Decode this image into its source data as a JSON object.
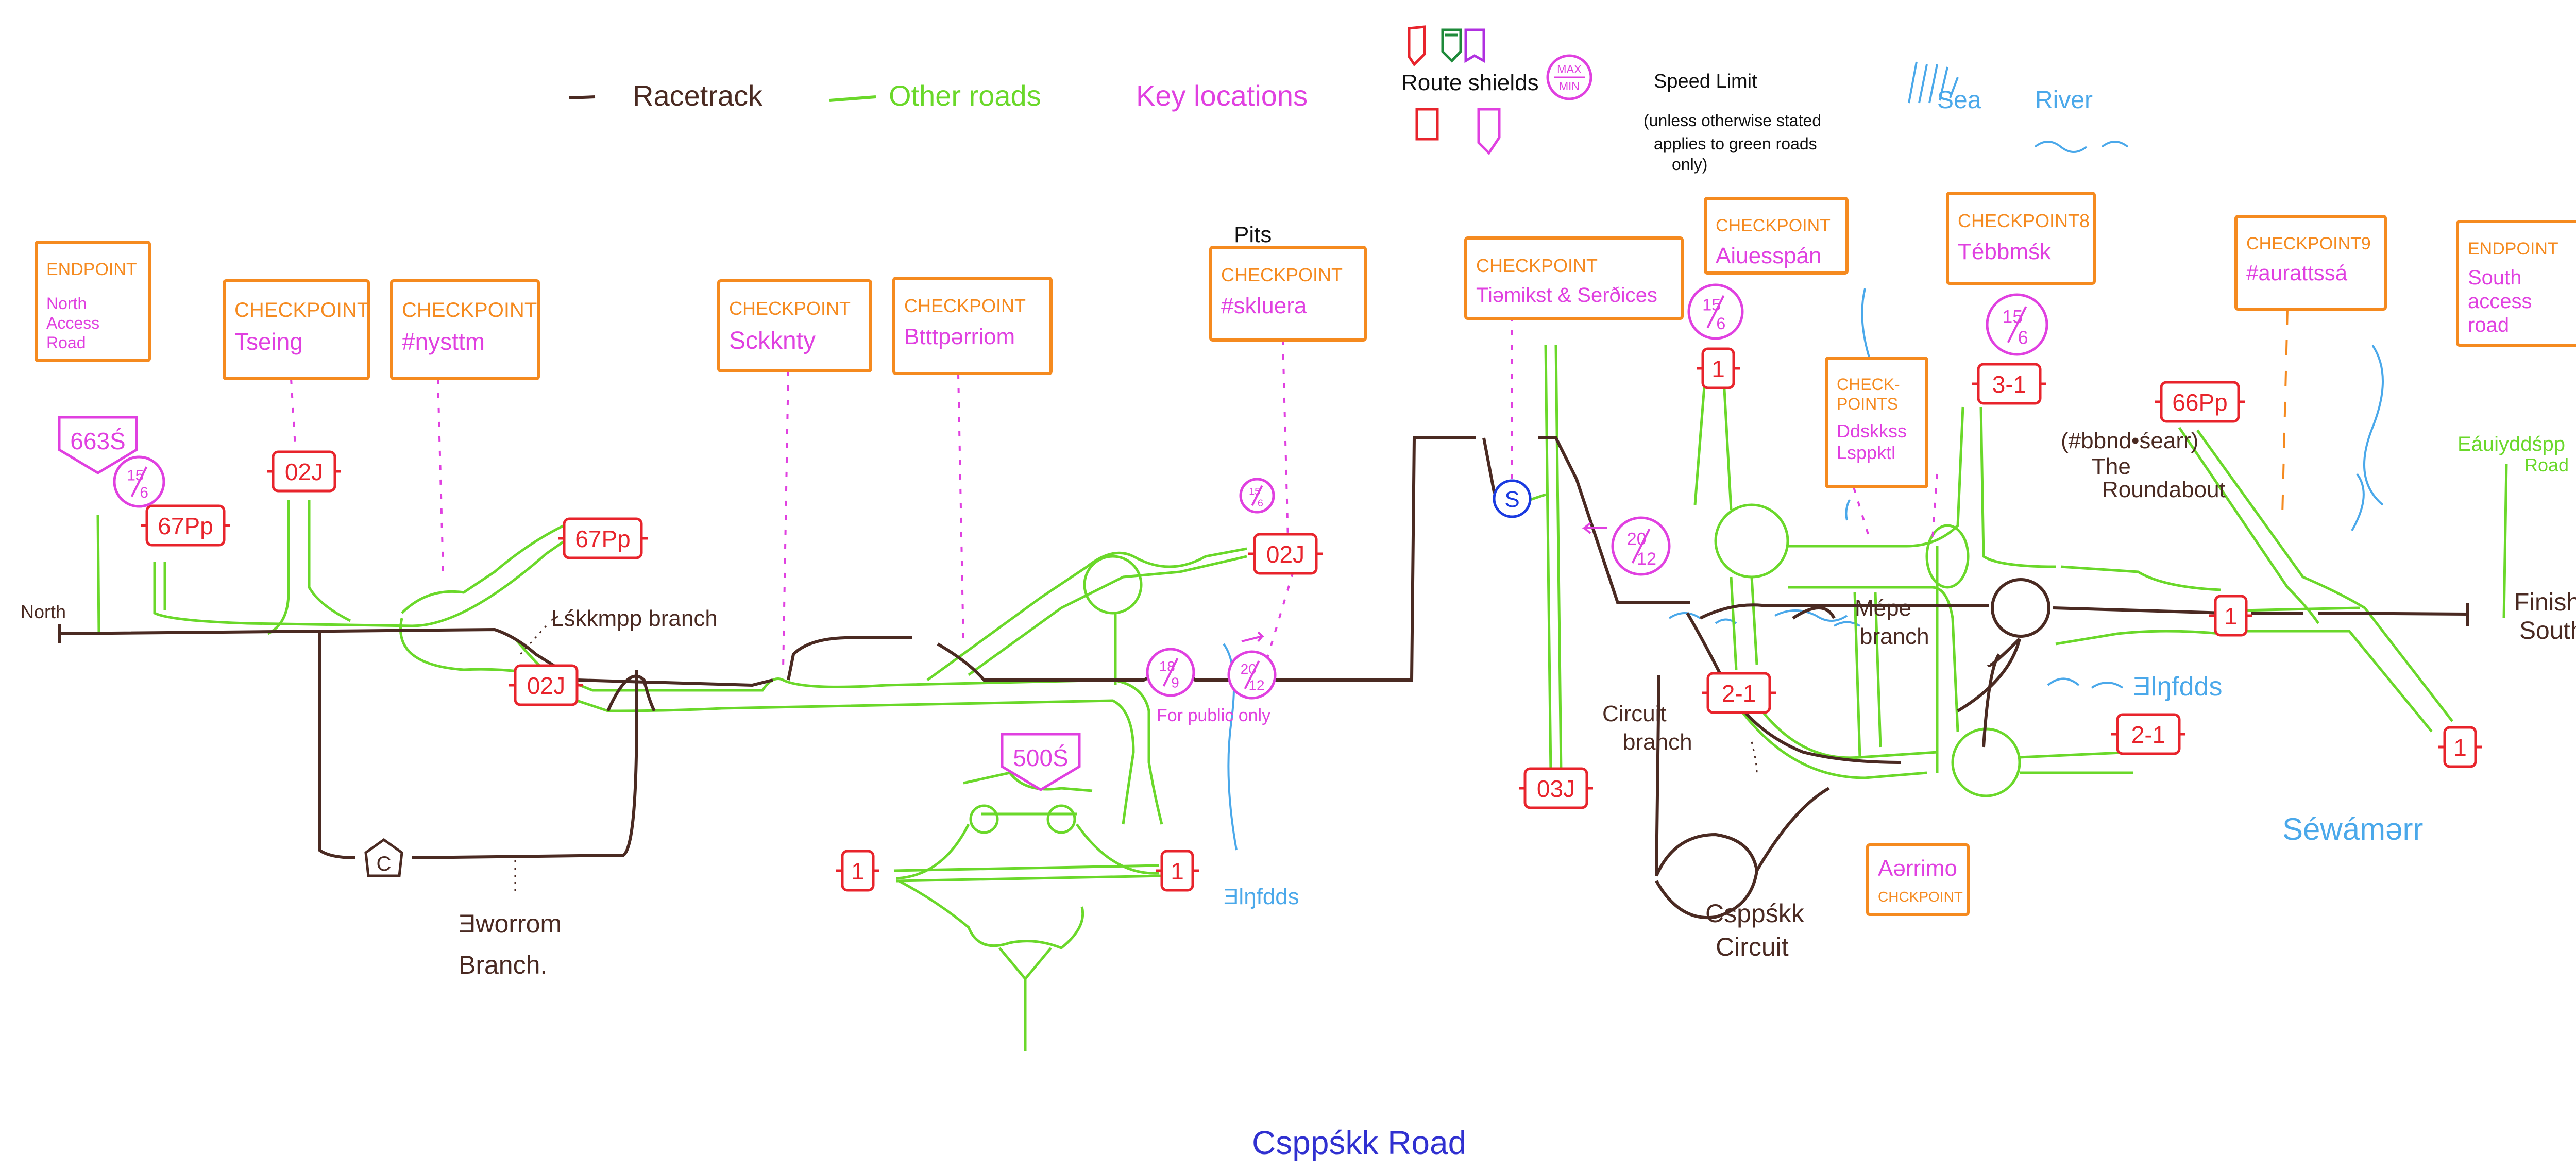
{
  "colors": {
    "racetrack": "#4a2a22",
    "other_roads": "#6ad82a",
    "key_locations": "#e040e0",
    "checkpoint_box": "#f58a1f",
    "shield_red": "#e8242c",
    "shield_green": "#1e8a3a",
    "shield_purple": "#b030e0",
    "water": "#4aa8ea",
    "title": "#3030d0"
  },
  "legend": {
    "racetrack": "Racetrack",
    "other_roads": "Other roads",
    "key_locations": "Key locations",
    "route_shields": "Route shields",
    "speed_sign_top": "MAX",
    "speed_sign_bottom": "MIN",
    "speed_limit": "Speed Limit",
    "speed_note_1": "(unless otherwise stated",
    "speed_note_2": "applies to green roads",
    "speed_note_3": "only)",
    "sea": "Sea",
    "river": "River"
  },
  "locations": [
    {
      "header": "ENDPOINT",
      "name": "North Access Road"
    },
    {
      "header": "CHECKPOINT",
      "name": "Tseing"
    },
    {
      "header": "CHECKPOINT",
      "name": "#nysttm"
    },
    {
      "header": "CHECKPOINT",
      "name": "Sckknty"
    },
    {
      "header": "CHECKPOINT",
      "name": "Btttpərriom"
    },
    {
      "header": "CHECKPOINT",
      "name": "#skluera"
    },
    {
      "header": "CHECKPOINT",
      "name": "Tiəmikst & Serðices"
    },
    {
      "header": "CHECKPOINT",
      "name": "Aiuesspán"
    },
    {
      "header": "CHECK-POINTS",
      "name": "Ddskkss Lsppktl"
    },
    {
      "header": "CHECKPOINT8",
      "name": "Tébbmśk"
    },
    {
      "header": "CHECKPOINT9",
      "name": "#aurattssá"
    },
    {
      "header": "ENDPOINT",
      "name": "South access road"
    },
    {
      "header": "CHCKPOINT",
      "name": "Aərrimo"
    }
  ],
  "shields": [
    "663Ś",
    "67Pp",
    "02J",
    "67Pp",
    "02J",
    "02J",
    "500Ś",
    "1",
    "1",
    "03J",
    "1",
    "3-1",
    "66Pp",
    "1",
    "2-1",
    "2-1",
    "1"
  ],
  "speed_signs": [
    {
      "top": "15",
      "bottom": "6"
    },
    {
      "top": "15",
      "bottom": "6"
    },
    {
      "top": "18",
      "bottom": "9"
    },
    {
      "top": "20",
      "bottom": "12"
    },
    {
      "top": "20",
      "bottom": "12"
    },
    {
      "top": "15",
      "bottom": "6"
    },
    {
      "top": "15",
      "bottom": "6"
    }
  ],
  "labels": {
    "north": "North",
    "finish_1": "Finish/",
    "finish_2": "South",
    "lskkmpp_branch": "Łśkkmpp branch",
    "eworrom_1": "Ǝworrom",
    "eworrom_2": "Branch.",
    "pits": "Pits",
    "public_only": "For public only",
    "services_sign": "S",
    "c_sign": "C",
    "roundabout_1": "(#bbnd•śearr)",
    "roundabout_2": "The",
    "roundabout_3": "Roundabout",
    "mepe_1": "Mépe",
    "mepe_2": "branch",
    "circuit_branch_1": "Circuit",
    "circuit_branch_2": "branch",
    "circuit_1": "Csppśkk",
    "circuit_2": "Circuit",
    "river_left": "Ǝlŋfdds",
    "river_right": "Ǝlŋfdds",
    "sea_name": "Séwámərr",
    "south_road_1": "Eáuiyddśpp",
    "south_road_2": "Road",
    "map_title": "Csppśkk Road"
  }
}
